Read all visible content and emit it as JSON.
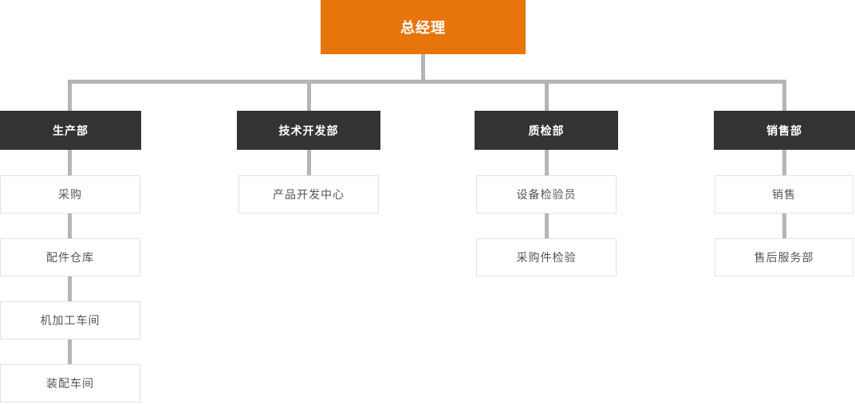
{
  "root": {
    "label": "总经理"
  },
  "departments": [
    {
      "label": "生产部",
      "children": [
        {
          "label": "采购"
        },
        {
          "label": "配件仓库"
        },
        {
          "label": "机加工车间"
        },
        {
          "label": "装配车间"
        }
      ]
    },
    {
      "label": "技术开发部",
      "children": [
        {
          "label": "产品开发中心"
        }
      ]
    },
    {
      "label": "质检部",
      "children": [
        {
          "label": "设备检验员"
        },
        {
          "label": "采购件检验"
        }
      ]
    },
    {
      "label": "销售部",
      "children": [
        {
          "label": "销售"
        },
        {
          "label": "售后服务部"
        }
      ]
    }
  ],
  "colors": {
    "root_bg": "#E8750C",
    "dept_bg": "#333333",
    "connector": "#B5B5B5",
    "child_border": "#E2E2E2",
    "child_text": "#555555",
    "text_on_dark": "#FFFFFF",
    "canvas_bg": "#FFFFFF"
  }
}
